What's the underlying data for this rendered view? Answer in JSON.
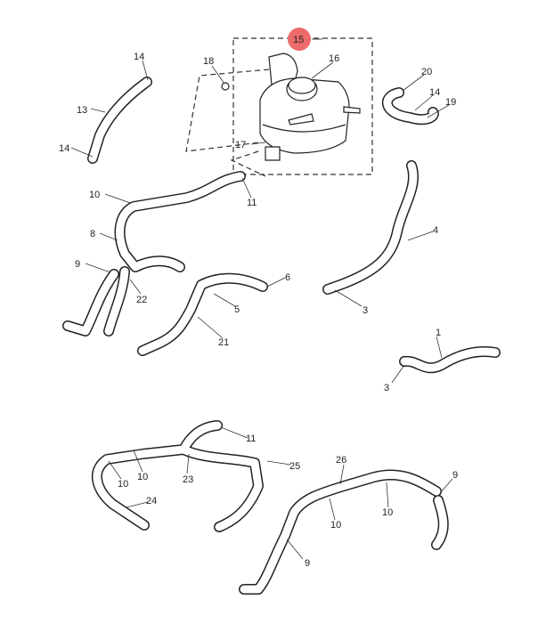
{
  "diagram": {
    "highlight_color": "#ee6b6b",
    "highlighted_label": "15",
    "callouts": [
      "15",
      "16",
      "18",
      "14",
      "13",
      "14",
      "17",
      "20",
      "14",
      "19",
      "10",
      "11",
      "4",
      "8",
      "9",
      "22",
      "6",
      "5",
      "3",
      "21",
      "1",
      "3",
      "11",
      "25",
      "26",
      "9",
      "10",
      "23",
      "10",
      "24",
      "10",
      "10",
      "9"
    ]
  }
}
